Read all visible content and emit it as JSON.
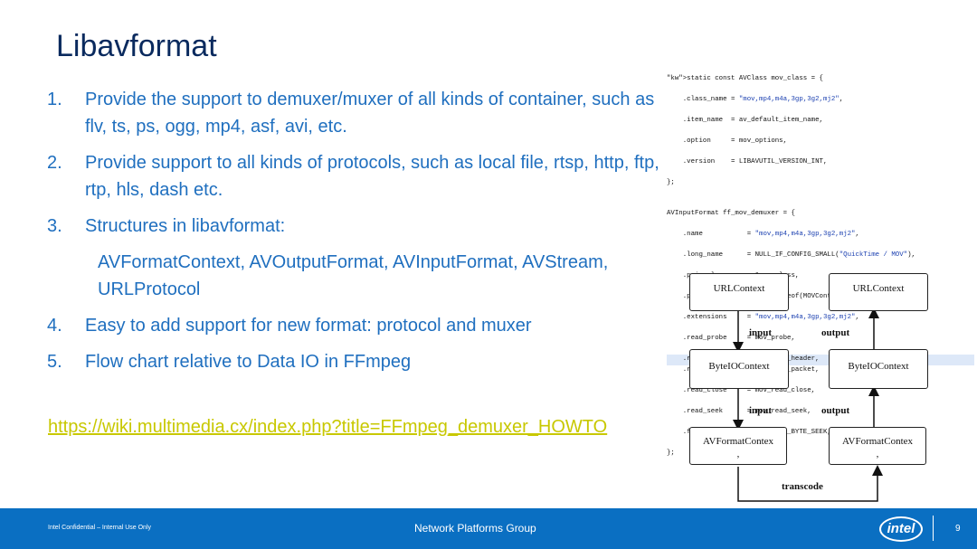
{
  "title": "Libavformat",
  "list": [
    {
      "num": "1.",
      "text": "Provide the support to demuxer/muxer of all kinds of container, such as flv, ts, ps, ogg, mp4, asf, avi, etc."
    },
    {
      "num": "2.",
      "text": "Provide support to all kinds of protocols, such as local file, rtsp, http, ftp, rtp, hls, dash etc."
    },
    {
      "num": "3.",
      "text": "Structures in libavformat:"
    },
    {
      "num": "4.",
      "text": "Easy to add support for new format: protocol and muxer"
    },
    {
      "num": "5.",
      "text": "Flow chart relative to Data IO in FFmpeg"
    }
  ],
  "structures": "AVFormatContext, AVOutputFormat, AVInputFormat, AVStream, URLProtocol",
  "link": "https://wiki.multimedia.cx/index.php?title=FFmpeg_demuxer_HOWTO",
  "code_lines": [
    "static const AVClass mov_class = {",
    "    .class_name = \"mov,mp4,m4a,3gp,3g2,mj2\",",
    "    .item_name  = av_default_item_name,",
    "    .option     = mov_options,",
    "    .version    = LIBAVUTIL_VERSION_INT,",
    "};",
    "",
    "AVInputFormat ff_mov_demuxer = {",
    "    .name           = \"mov,mp4,m4a,3gp,3g2,mj2\",",
    "    .long_name      = NULL_IF_CONFIG_SMALL(\"QuickTime / MOV\"),",
    "    .priv_class     = &mov_class,",
    "    .priv_data_size = sizeof(MOVContext),",
    "    .extensions     = \"mov,mp4,m4a,3gp,3g2,mj2\",",
    "    .read_probe     = mov_probe,",
    "    .read_header    = mov_read_header,",
    "    .read_packet    = mov_read_packet,",
    "    .read_close     = mov_read_close,",
    "    .read_seek      = mov_read_seek,",
    "    .flags          = AVFMT_NO_BYTE_SEEK,",
    "};"
  ],
  "diagram": {
    "urlcontext_left": "URLContext",
    "urlcontext_right": "URLContext",
    "byteio_left": "ByteIOContext",
    "byteio_right": "ByteIOContext",
    "avformat_left": "AVFormatContex\n,",
    "avformat_right": "AVFormatContex\n,",
    "input1": "input",
    "output1": "output",
    "input2": "input",
    "output2": "output",
    "transcode": "transcode"
  },
  "footer": {
    "confidential": "Intel Confidential – Internal Use Only",
    "group": "Network Platforms Group",
    "logo": "intel",
    "page": "9"
  },
  "colors": {
    "title": "#0a2a5e",
    "body": "#1f6fbf",
    "link": "#c8c800",
    "footer": "#0a6fc2"
  }
}
